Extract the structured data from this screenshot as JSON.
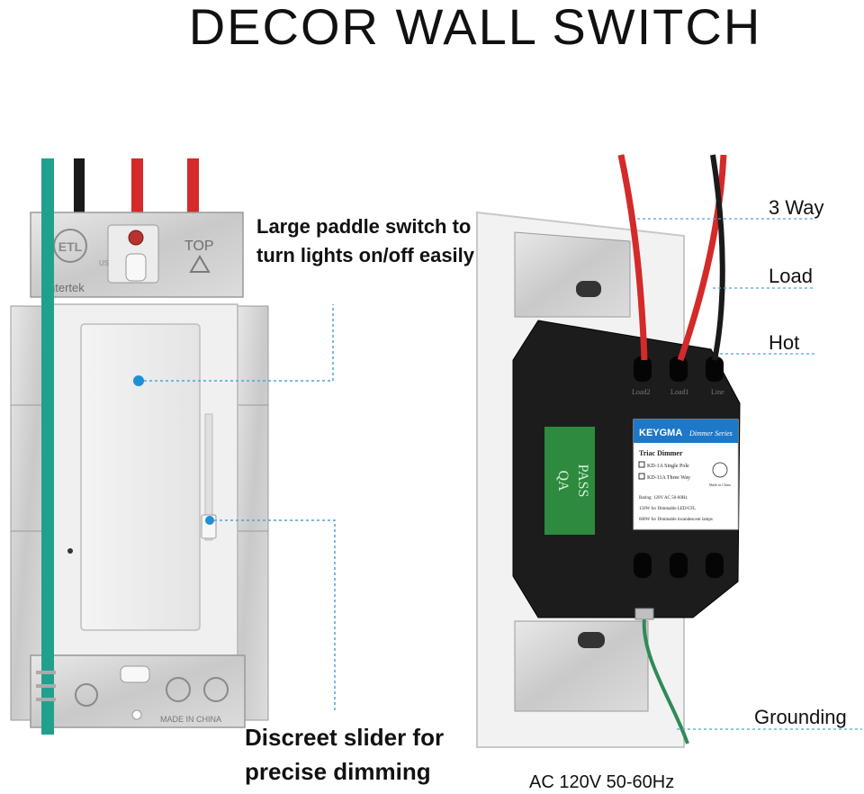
{
  "title": "DECOR WALL SWITCH",
  "callouts": {
    "paddle": "Large paddle switch to turn lights on/off easily",
    "slider": "Discreet slider for precise dimming"
  },
  "wire_labels": {
    "three_way": "3 Way",
    "load": "Load",
    "hot": "Hot",
    "grounding": "Grounding"
  },
  "spec": "AC 120V 50-60Hz",
  "switch_front": {
    "mount_text": "TOP",
    "maker_text": "ntertek",
    "cert_text": "ETL",
    "cert_sub": "US",
    "bottom_text": "MADE IN CHINA"
  },
  "switch_back": {
    "terminal_labels": [
      "Load2",
      "Load1",
      "Line"
    ],
    "qa_label": [
      "QA",
      "PASS"
    ],
    "brand": "KEYGMA",
    "series": "Dimmer Series",
    "product_type": "Triac Dimmer",
    "options": [
      "KD-1A  Single Pole",
      "KD-11A  Three Way"
    ],
    "ratings": [
      "Rating: 120V AC 50-60Hz",
      "150W for Dimmable LED/CFL",
      "600W for Dimmable incandescent lamps"
    ],
    "origin": "Made in China"
  },
  "colors": {
    "wire_red": "#d42a2a",
    "wire_black": "#1a1a1a",
    "wire_green": "#2e8b57",
    "wire_teal": "#21a08e",
    "callout_dot": "#1f8fd6",
    "label_blue": "#1e78c8",
    "qa_green": "#2d8a3e"
  }
}
